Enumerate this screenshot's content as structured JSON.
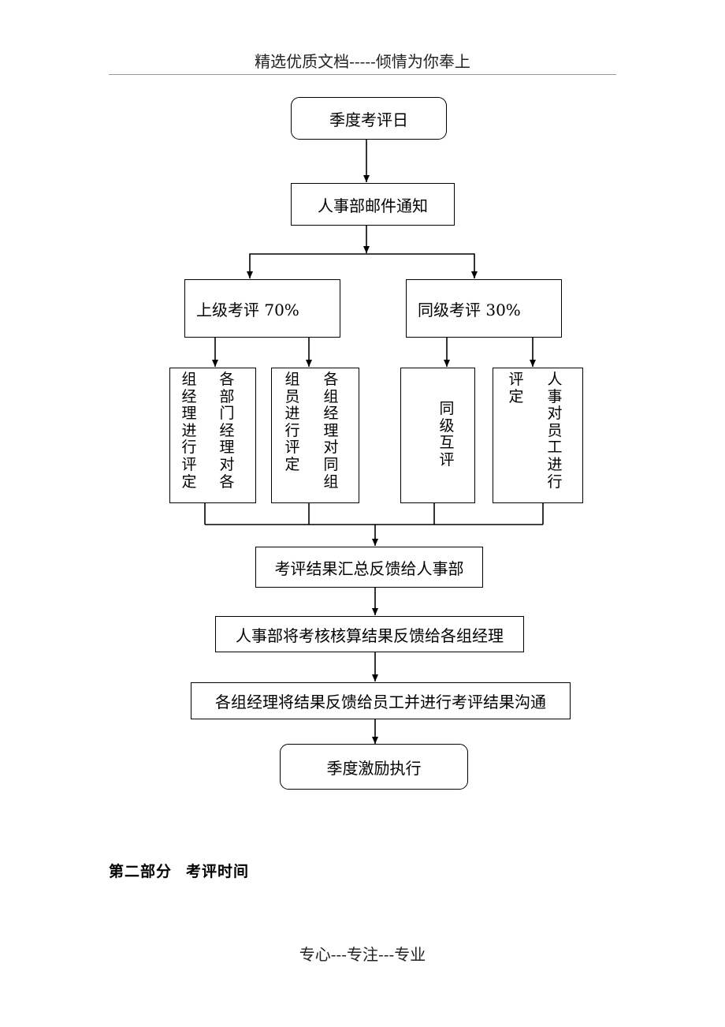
{
  "header": {
    "text": "精选优质文档-----倾情为你奉上"
  },
  "flowchart": {
    "start": "季度考评日",
    "notify": "人事部邮件通知",
    "superior": "上级考评 70%",
    "peer": "同级考评 30%",
    "sub1": {
      "col_right": "各部门经理对各",
      "col_left": "组经理进行评定"
    },
    "sub2": {
      "col_right": "各组经理对同组",
      "col_left": "组员进行评定"
    },
    "sub3": {
      "col": "同级互评"
    },
    "sub4": {
      "col_right": "人事对员工进行",
      "col_left": "评定"
    },
    "summary": "考评结果汇总反馈给人事部",
    "feedback_managers": "人事部将考核核算结果反馈给各组经理",
    "feedback_staff": "各组经理将结果反馈给员工并进行考评结果沟通",
    "end": "季度激励执行"
  },
  "section": {
    "number": "第二部分",
    "title": "考评时间"
  },
  "footer": {
    "text": "专心---专注---专业"
  }
}
